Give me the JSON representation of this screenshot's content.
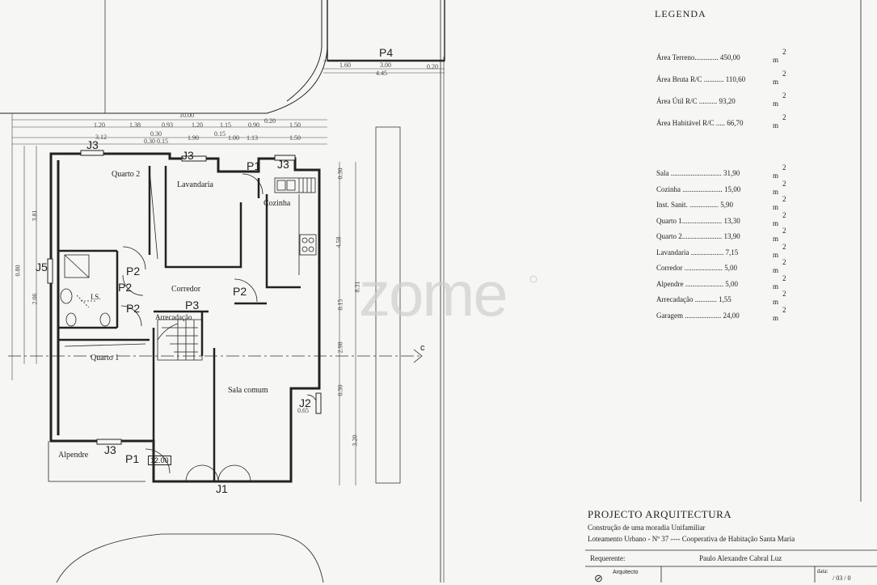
{
  "watermark": "zome",
  "rooms": {
    "quarto2": "Quarto 2",
    "lavandaria": "Lavandaria",
    "cozinha": "Cozinha",
    "is": "I.S.",
    "corredor": "Corredor",
    "arrecadacao": "Arrecadação",
    "quarto1": "Quarto 1",
    "sala_comum": "Sala comum",
    "alpendre": "Alpendre"
  },
  "codes": {
    "j3_a": "J3",
    "j3_b": "J3",
    "j3_c": "J3",
    "j3_d": "J3",
    "p1_a": "P1",
    "p1_b": "P1",
    "p2_a": "P2",
    "p2_b": "P2",
    "p2_c": "P2",
    "p2_d": "P2",
    "p3": "P3",
    "p4": "P4",
    "j1": "J1",
    "j2": "J2",
    "j5": "J5",
    "c": "c",
    "lvl": "12.00"
  },
  "dims": {
    "total": "10.00",
    "r1": "1.20",
    "r2": "1.38",
    "r3": "0.93",
    "r4": "1.20",
    "r5": "1.15",
    "r6": "0.90",
    "r7": "1.50",
    "s1": "3.12",
    "s2": "0.30",
    "s3": "0.30 0.15",
    "s4": "1.90",
    "s5": "0.15",
    "s6": "1.00",
    "s7": "1.13",
    "s8": "0.20",
    "s9": "1.50",
    "v1": "0.30",
    "v2": "4.58",
    "v3": "0.15",
    "v4": "8.31",
    "v5": "2.98",
    "v6": "0.30",
    "v7": "3.20",
    "v8": "0.65",
    "l1": "3.81",
    "l2": "0.80",
    "l3": "2.06",
    "p4a": "1.60",
    "p4b": "3.00",
    "p4c": "0.20",
    "p4d": "4.45"
  },
  "legend": {
    "title": "LEGENDA",
    "areas": [
      {
        "label": "Área Terreno............. 450,00",
        "unit": "m",
        "exp": "2"
      },
      {
        "label": "Área Bruta R/C ........... 110,60",
        "unit": "m",
        "exp": "2"
      },
      {
        "label": "Área Útil R/C .......... 93,20",
        "unit": "m",
        "exp": "2"
      },
      {
        "label": "Área Habitável R/C ..... 66,70",
        "unit": "m",
        "exp": "2"
      }
    ],
    "rooms": [
      {
        "label": "Sala ............................ 31,90",
        "unit": "m",
        "exp": "2"
      },
      {
        "label": "Cozinha ...................... 15,00",
        "unit": "m",
        "exp": "2"
      },
      {
        "label": "Inst. Sanit. ................ 5,90",
        "unit": "m",
        "exp": "2"
      },
      {
        "label": "Quarto 1...................... 13,30",
        "unit": "m",
        "exp": "2"
      },
      {
        "label": "Quarto 2...................... 13,90",
        "unit": "m",
        "exp": "2"
      },
      {
        "label": "Lavandaria .................. 7,15",
        "unit": "m",
        "exp": "2"
      },
      {
        "label": "Corredor ..................... 5,00",
        "unit": "m",
        "exp": "2"
      },
      {
        "label": "Alpendre ..................... 5,00",
        "unit": "m",
        "exp": "2"
      },
      {
        "label": "Arrecadação ............ 1,55",
        "unit": "m",
        "exp": "2"
      },
      {
        "label": "Garagem .................... 24,00",
        "unit": "m",
        "exp": "2"
      }
    ]
  },
  "title_block": {
    "title": "PROJECTO ARQUITECTURA",
    "line1": "Construção de uma moradia Unifamiliar",
    "line2": "Loteamento Urbano - Nº 37 ---- Cooperativa de Habitação Santa Maria",
    "requerente_label": "Requerente:",
    "requerente_value": "Paulo Alexandre Cabral Luz",
    "arquitecto_label": "Arquitecto",
    "data_label": "data:",
    "data_value": "/ 03 / 0"
  },
  "colors": {
    "ink": "#222222",
    "paper": "#f6f6f4",
    "watermark": "#cfcfcf"
  }
}
